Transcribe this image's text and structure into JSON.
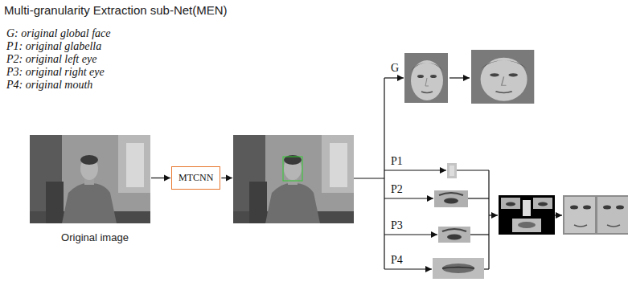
{
  "diagram": {
    "title": "Multi-granularity Extraction sub-Net(MEN)",
    "nodes": [
      {
        "text": [
          "Original image"
        ]
      },
      {
        "text": [
          "MTCNN"
        ]
      }
    ],
    "edges": [
      {
        "from": 0,
        "to": 1,
        "arrow": "to"
      }
    ],
    "labels": [
      "G: original global face",
      "P1: original glabella",
      "P2: original left eye",
      "P3: original right eye",
      "P4: original mouth",
      "G",
      "P1",
      "P2",
      "P3",
      "P4"
    ]
  }
}
